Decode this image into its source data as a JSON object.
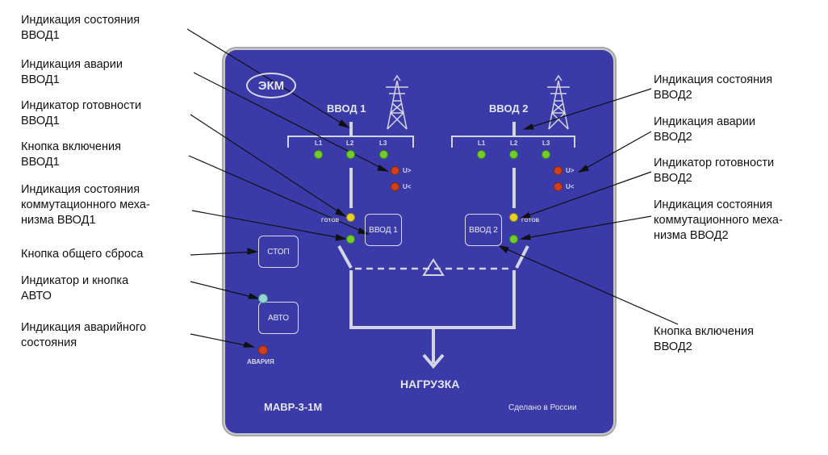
{
  "callouts_left": [
    "Индикация состояния\nВВОД1",
    "Индикация аварии\nВВОД1",
    "Индикатор готовности\nВВОД1",
    "Кнопка включения\nВВОД1",
    "Индикация состояния\nкоммутационного меха-\nнизма ВВОД1",
    "Кнопка общего сброса",
    "Индикатор и кнопка\nАВТО",
    "Индикация аварийного\nсостояния"
  ],
  "callouts_right": [
    "Индикация состояния\nВВОД2",
    "Индикация аварии\nВВОД2",
    "Индикатор готовности\nВВОД2",
    "Индикация состояния\nкоммутационного меха-\nнизма ВВОД2",
    "Кнопка включения\nВВОД2"
  ],
  "panel": {
    "logo": "ЭКМ",
    "input1_title": "ВВОД 1",
    "input2_title": "ВВОД 2",
    "phases": [
      "L1",
      "L2",
      "L3"
    ],
    "overvoltage": "U>",
    "undervoltage": "U<",
    "ready": "ГОТОВ",
    "btn_input1": "ВВОД 1",
    "btn_input2": "ВВОД 2",
    "btn_stop": "СТОП",
    "btn_auto": "АВТО",
    "alarm": "АВАРИЯ",
    "load": "НАГРУЗКА",
    "model": "МАВР-3-1М",
    "made_in": "Сделано в России"
  },
  "colors": {
    "panel": "#3a3aa8",
    "led_green": "#6fce2a",
    "led_red": "#d0401a",
    "led_yellow": "#e6d22a",
    "led_cyan": "#8fd8d8"
  }
}
